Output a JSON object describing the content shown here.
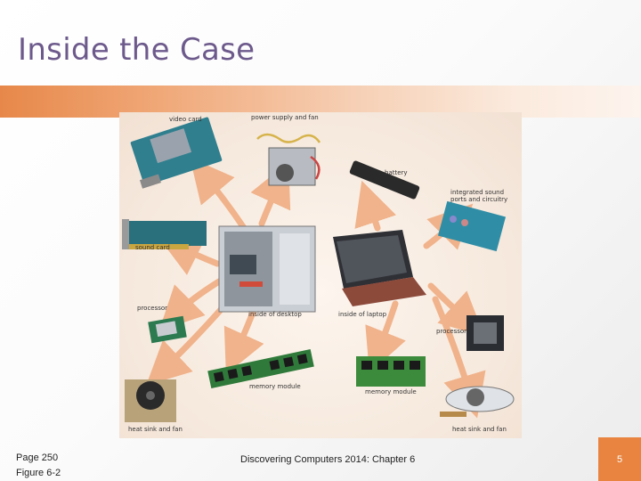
{
  "slide": {
    "title": "Inside the Case",
    "page_number": "5"
  },
  "figure": {
    "labels": {
      "video_card": "video card",
      "power_supply": "power supply and fan",
      "battery": "battery",
      "integrated_sound": "integrated sound ports and circuitry",
      "integrated_sound_line1": "integrated sound",
      "integrated_sound_line2": "ports and circuitry",
      "sound_card": "sound card",
      "inside_desktop": "inside of desktop",
      "inside_laptop": "inside of laptop",
      "processor_left": "processor",
      "processor_right": "processor",
      "memory_left": "memory module",
      "memory_right": "memory module",
      "heatsink_left": "heat sink and fan",
      "heatsink_right": "heat sink and fan"
    }
  },
  "footer": {
    "page_ref": "Page 250",
    "figure_ref": "Figure 6-2",
    "source": "Discovering Computers 2014: Chapter 6"
  },
  "colors": {
    "title": "#6d5a8c",
    "accent": "#e8843f",
    "arrow": "#efa97c"
  }
}
